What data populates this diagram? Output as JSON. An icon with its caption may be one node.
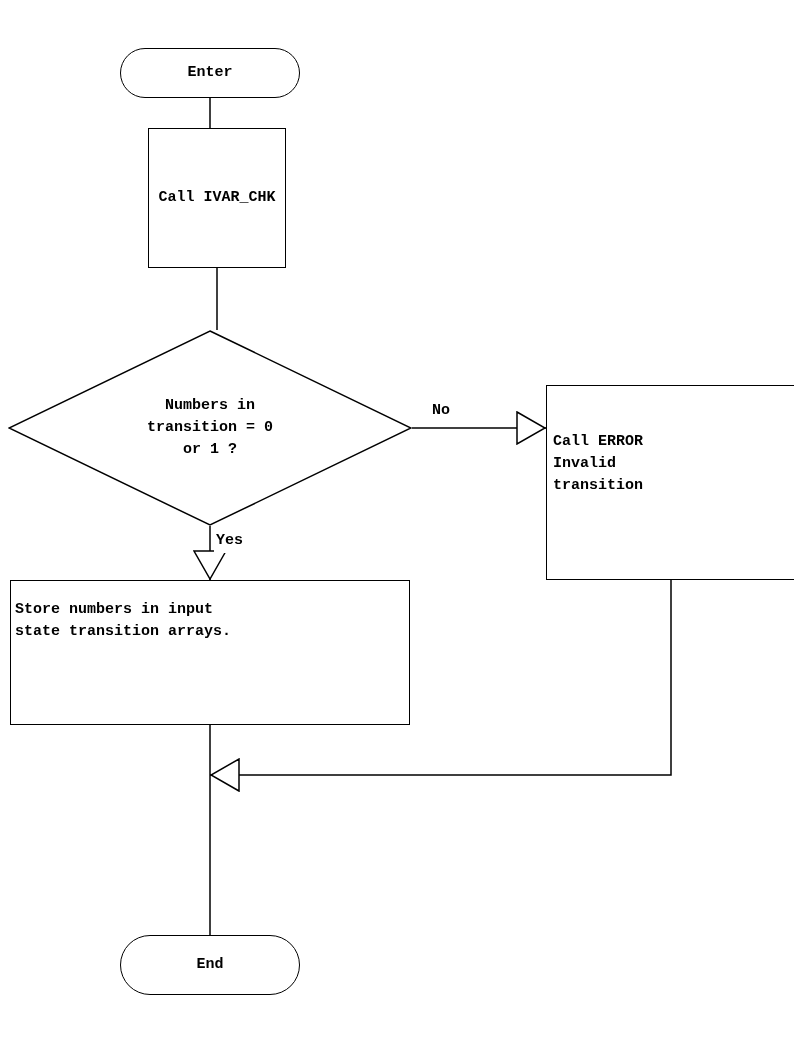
{
  "diagram": {
    "nodes": [
      {
        "text": [
          "Enter"
        ]
      },
      {
        "text": [
          "Call IVAR_CHK"
        ]
      },
      {
        "text": [
          "Numbers in transition = 0 or 1 ?"
        ]
      },
      {
        "text": [
          "Call ERROR",
          "Invalid transition"
        ]
      },
      {
        "text": [
          "Store numbers in input state transition arrays."
        ]
      },
      {
        "text": [
          "End"
        ]
      }
    ],
    "edges": [
      {
        "from": 0,
        "to": 1,
        "arrow": "none"
      },
      {
        "from": 1,
        "to": 2,
        "arrow": "none"
      },
      {
        "from": 2,
        "to": 3,
        "arrow": "to",
        "label": "No"
      },
      {
        "from": 2,
        "to": 4,
        "arrow": "to",
        "label": "Yes"
      },
      {
        "from": 4,
        "to": 5,
        "arrow": "none"
      },
      {
        "from": 3,
        "to": null,
        "arrow": "to"
      }
    ]
  }
}
